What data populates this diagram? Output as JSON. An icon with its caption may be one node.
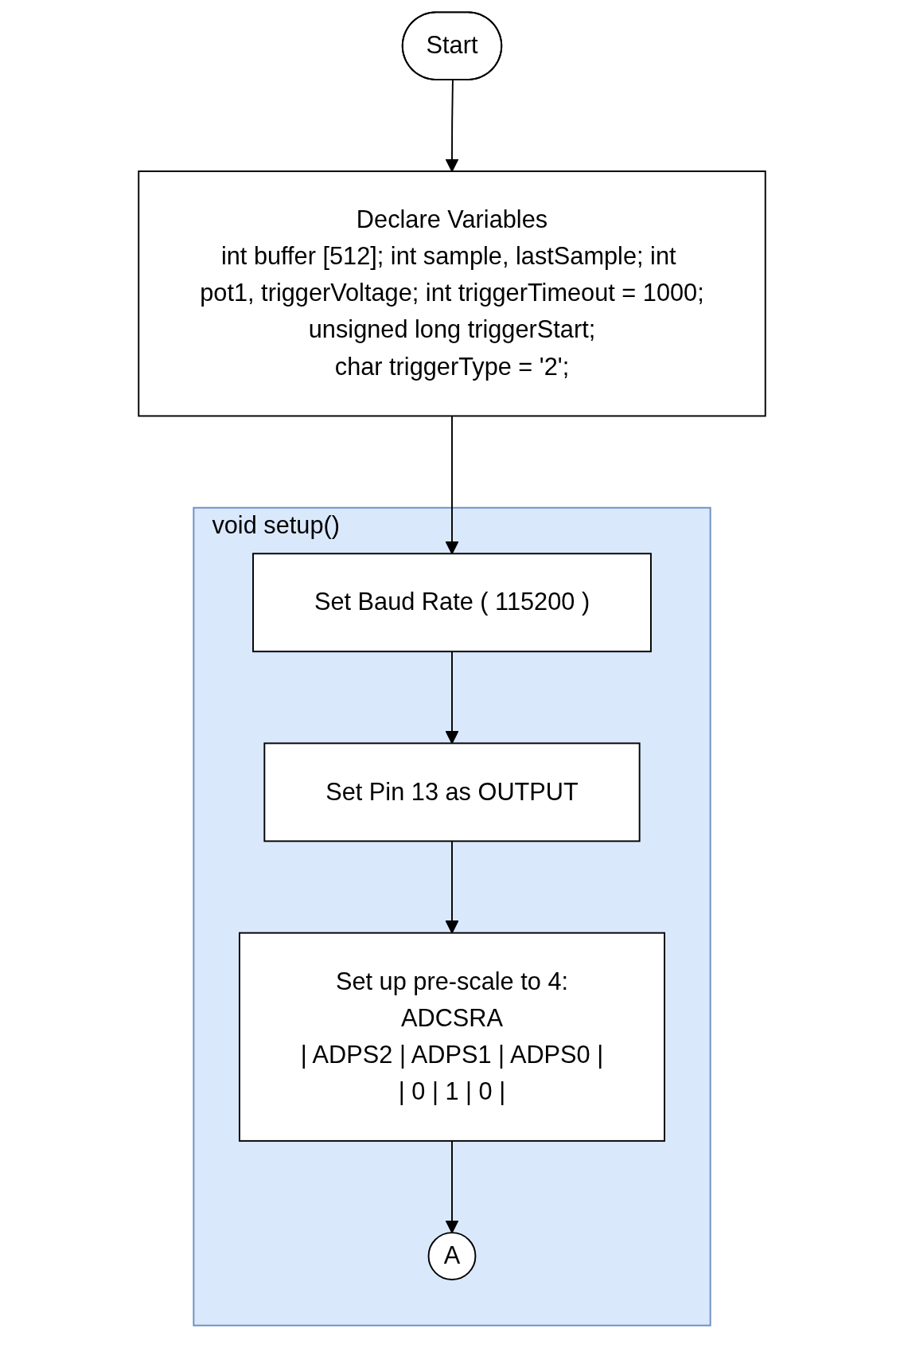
{
  "diagram": {
    "nodes": [
      {
        "text": [
          "Start"
        ]
      },
      {
        "text": [
          "Declare Variables",
          "int buffer [512]; int sample, lastSample; int pot1, triggerVoltage; int triggerTimeout = 1000;",
          "unsigned long triggerStart;",
          "char triggerType = '2';"
        ]
      },
      {
        "text": [
          "void setup()"
        ]
      },
      {
        "text": [
          "Set Baud Rate ( 115200 )"
        ],
        "in": 2
      },
      {
        "text": [
          "Set Pin 13 as OUTPUT"
        ],
        "in": 2
      },
      {
        "text": [
          "Set up pre-scale to 4:",
          "ADCSRA",
          "| ADPS2 | ADPS1 | ADPS0 |",
          "| 0 | 1 | 0 |"
        ],
        "in": 2
      },
      {
        "text": [
          "A"
        ],
        "in": 2
      }
    ],
    "edges": [
      {
        "from": 0,
        "to": 1,
        "arrow": "to"
      },
      {
        "from": 1,
        "to": 3,
        "arrow": "to"
      },
      {
        "from": 3,
        "to": 4,
        "arrow": "to"
      },
      {
        "from": 4,
        "to": 5,
        "arrow": "to"
      },
      {
        "from": 5,
        "to": 6,
        "arrow": "to"
      }
    ]
  }
}
